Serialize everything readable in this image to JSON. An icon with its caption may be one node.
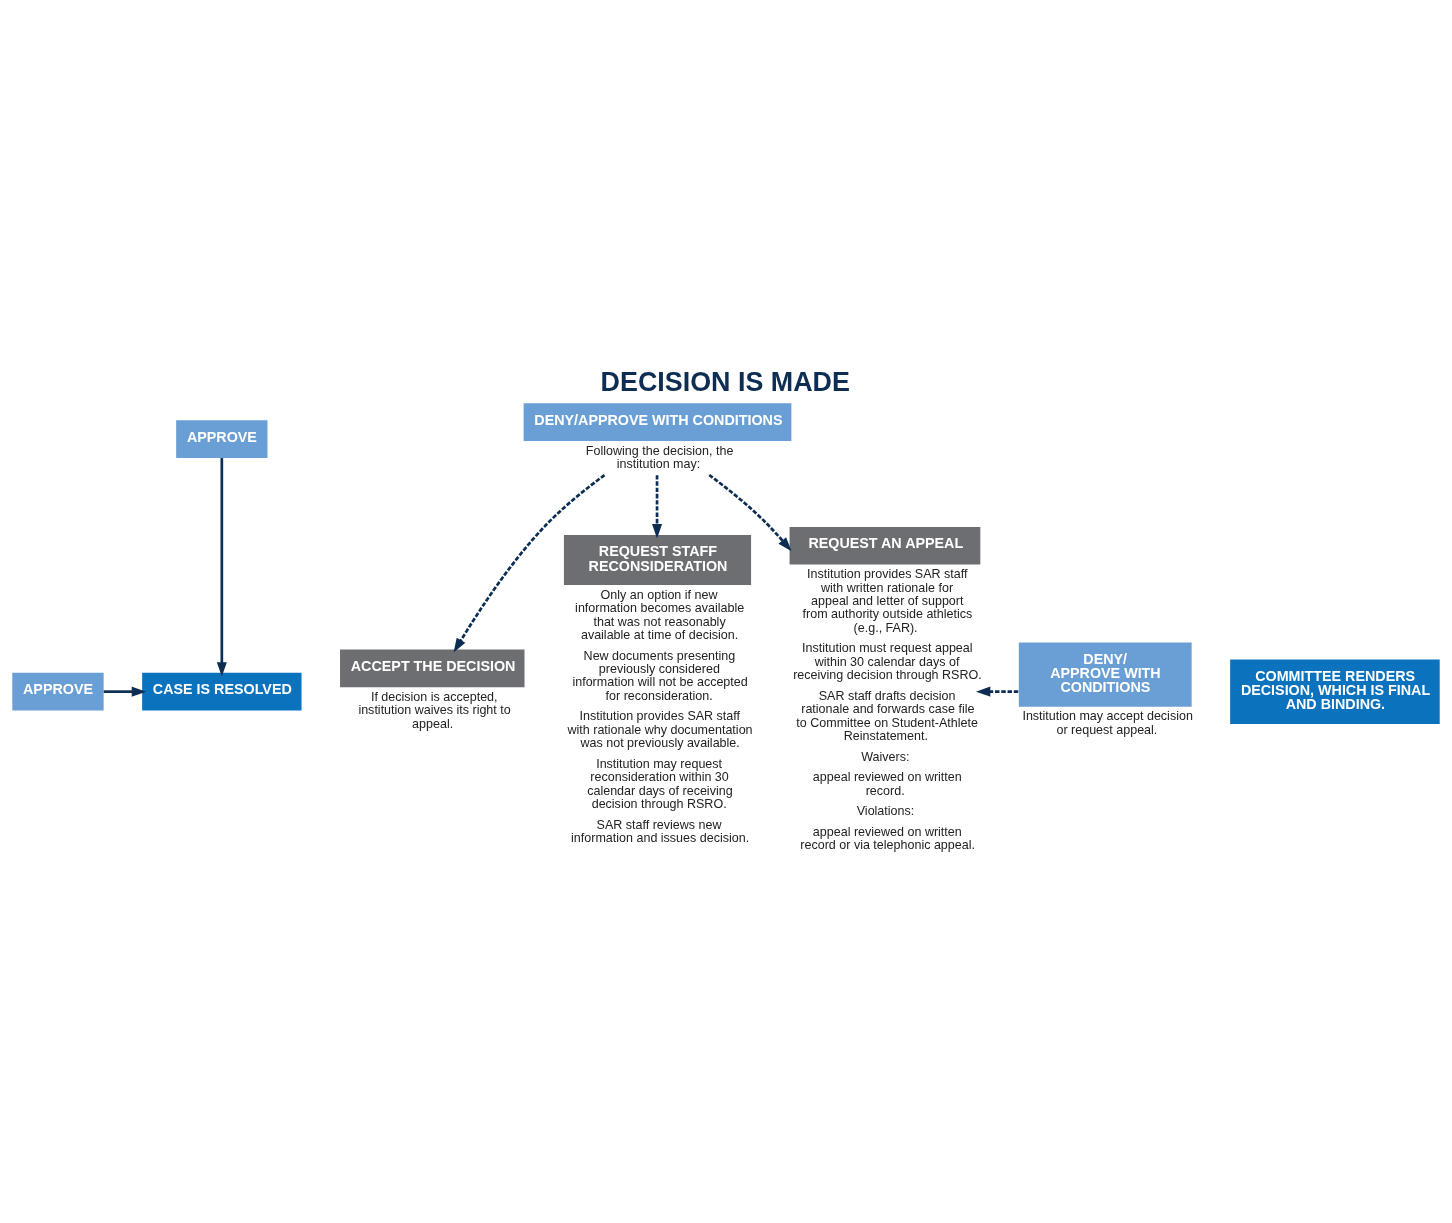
{
  "diagram": {
    "title": "DECISION IS MADE",
    "nodes": [
      {
        "text": [
          "APPROVE"
        ]
      },
      {
        "text": [
          "DENY/APPROVE WITH CONDITIONS"
        ],
        "beside": [
          "Following the decision, the institution may:"
        ]
      },
      {
        "text": [
          "ACCEPT THE DECISION"
        ],
        "beside": [
          "If decision is accepted, institution waives its right to appeal."
        ]
      },
      {
        "text": [
          "REQUEST STAFF RECONSIDERATION"
        ],
        "beside": [
          "Only an option if new information becomes available that was not reasonably available at time of decision.",
          "New documents presenting previously considered information will not be accepted for reconsideration.",
          "Institution provides SAR staff with rationale why documentation was not previously available.",
          "Institution may request reconsideration within 30 calendar days of receiving decision through RSRO.",
          "SAR staff reviews new information and issues decision."
        ]
      },
      {
        "text": [
          "REQUEST AN APPEAL"
        ],
        "beside": [
          "Institution provides SAR staff with written rationale for appeal and letter of support from authority outside athletics (e.g., FAR).",
          "Institution must request appeal within 30 calendar days of receiving decision through RSRO.",
          "SAR staff drafts decision rationale and forwards case file to Committee on Student-Athlete Reinstatement.",
          "Waivers:",
          "appeal reviewed on written record.",
          "Violations:",
          "appeal reviewed on written record or via telephonic appeal."
        ]
      },
      {
        "text": [
          "CASE IS RESOLVED"
        ]
      },
      {
        "text": [
          "APPROVE"
        ]
      },
      {
        "text": [
          "DENY/ APPROVE WITH CONDITIONS"
        ],
        "beside": [
          "Institution may accept decision or request appeal."
        ]
      },
      {
        "text": [
          "COMMITTEE RENDERS DECISION, WHICH IS FINAL AND BINDING."
        ]
      }
    ],
    "edges": [
      {
        "from": 0,
        "to": 5,
        "arrow": "to"
      },
      {
        "from": 1,
        "to": 2,
        "arrow": "to",
        "style": "dashed"
      },
      {
        "from": 1,
        "to": 3,
        "arrow": "to",
        "style": "dashed"
      },
      {
        "from": 1,
        "to": 4,
        "arrow": "to",
        "style": "dashed"
      },
      {
        "from": 6,
        "to": 5,
        "arrow": "to"
      },
      {
        "from": 7,
        "to": 4,
        "arrow": "to",
        "style": "dashed"
      }
    ]
  }
}
